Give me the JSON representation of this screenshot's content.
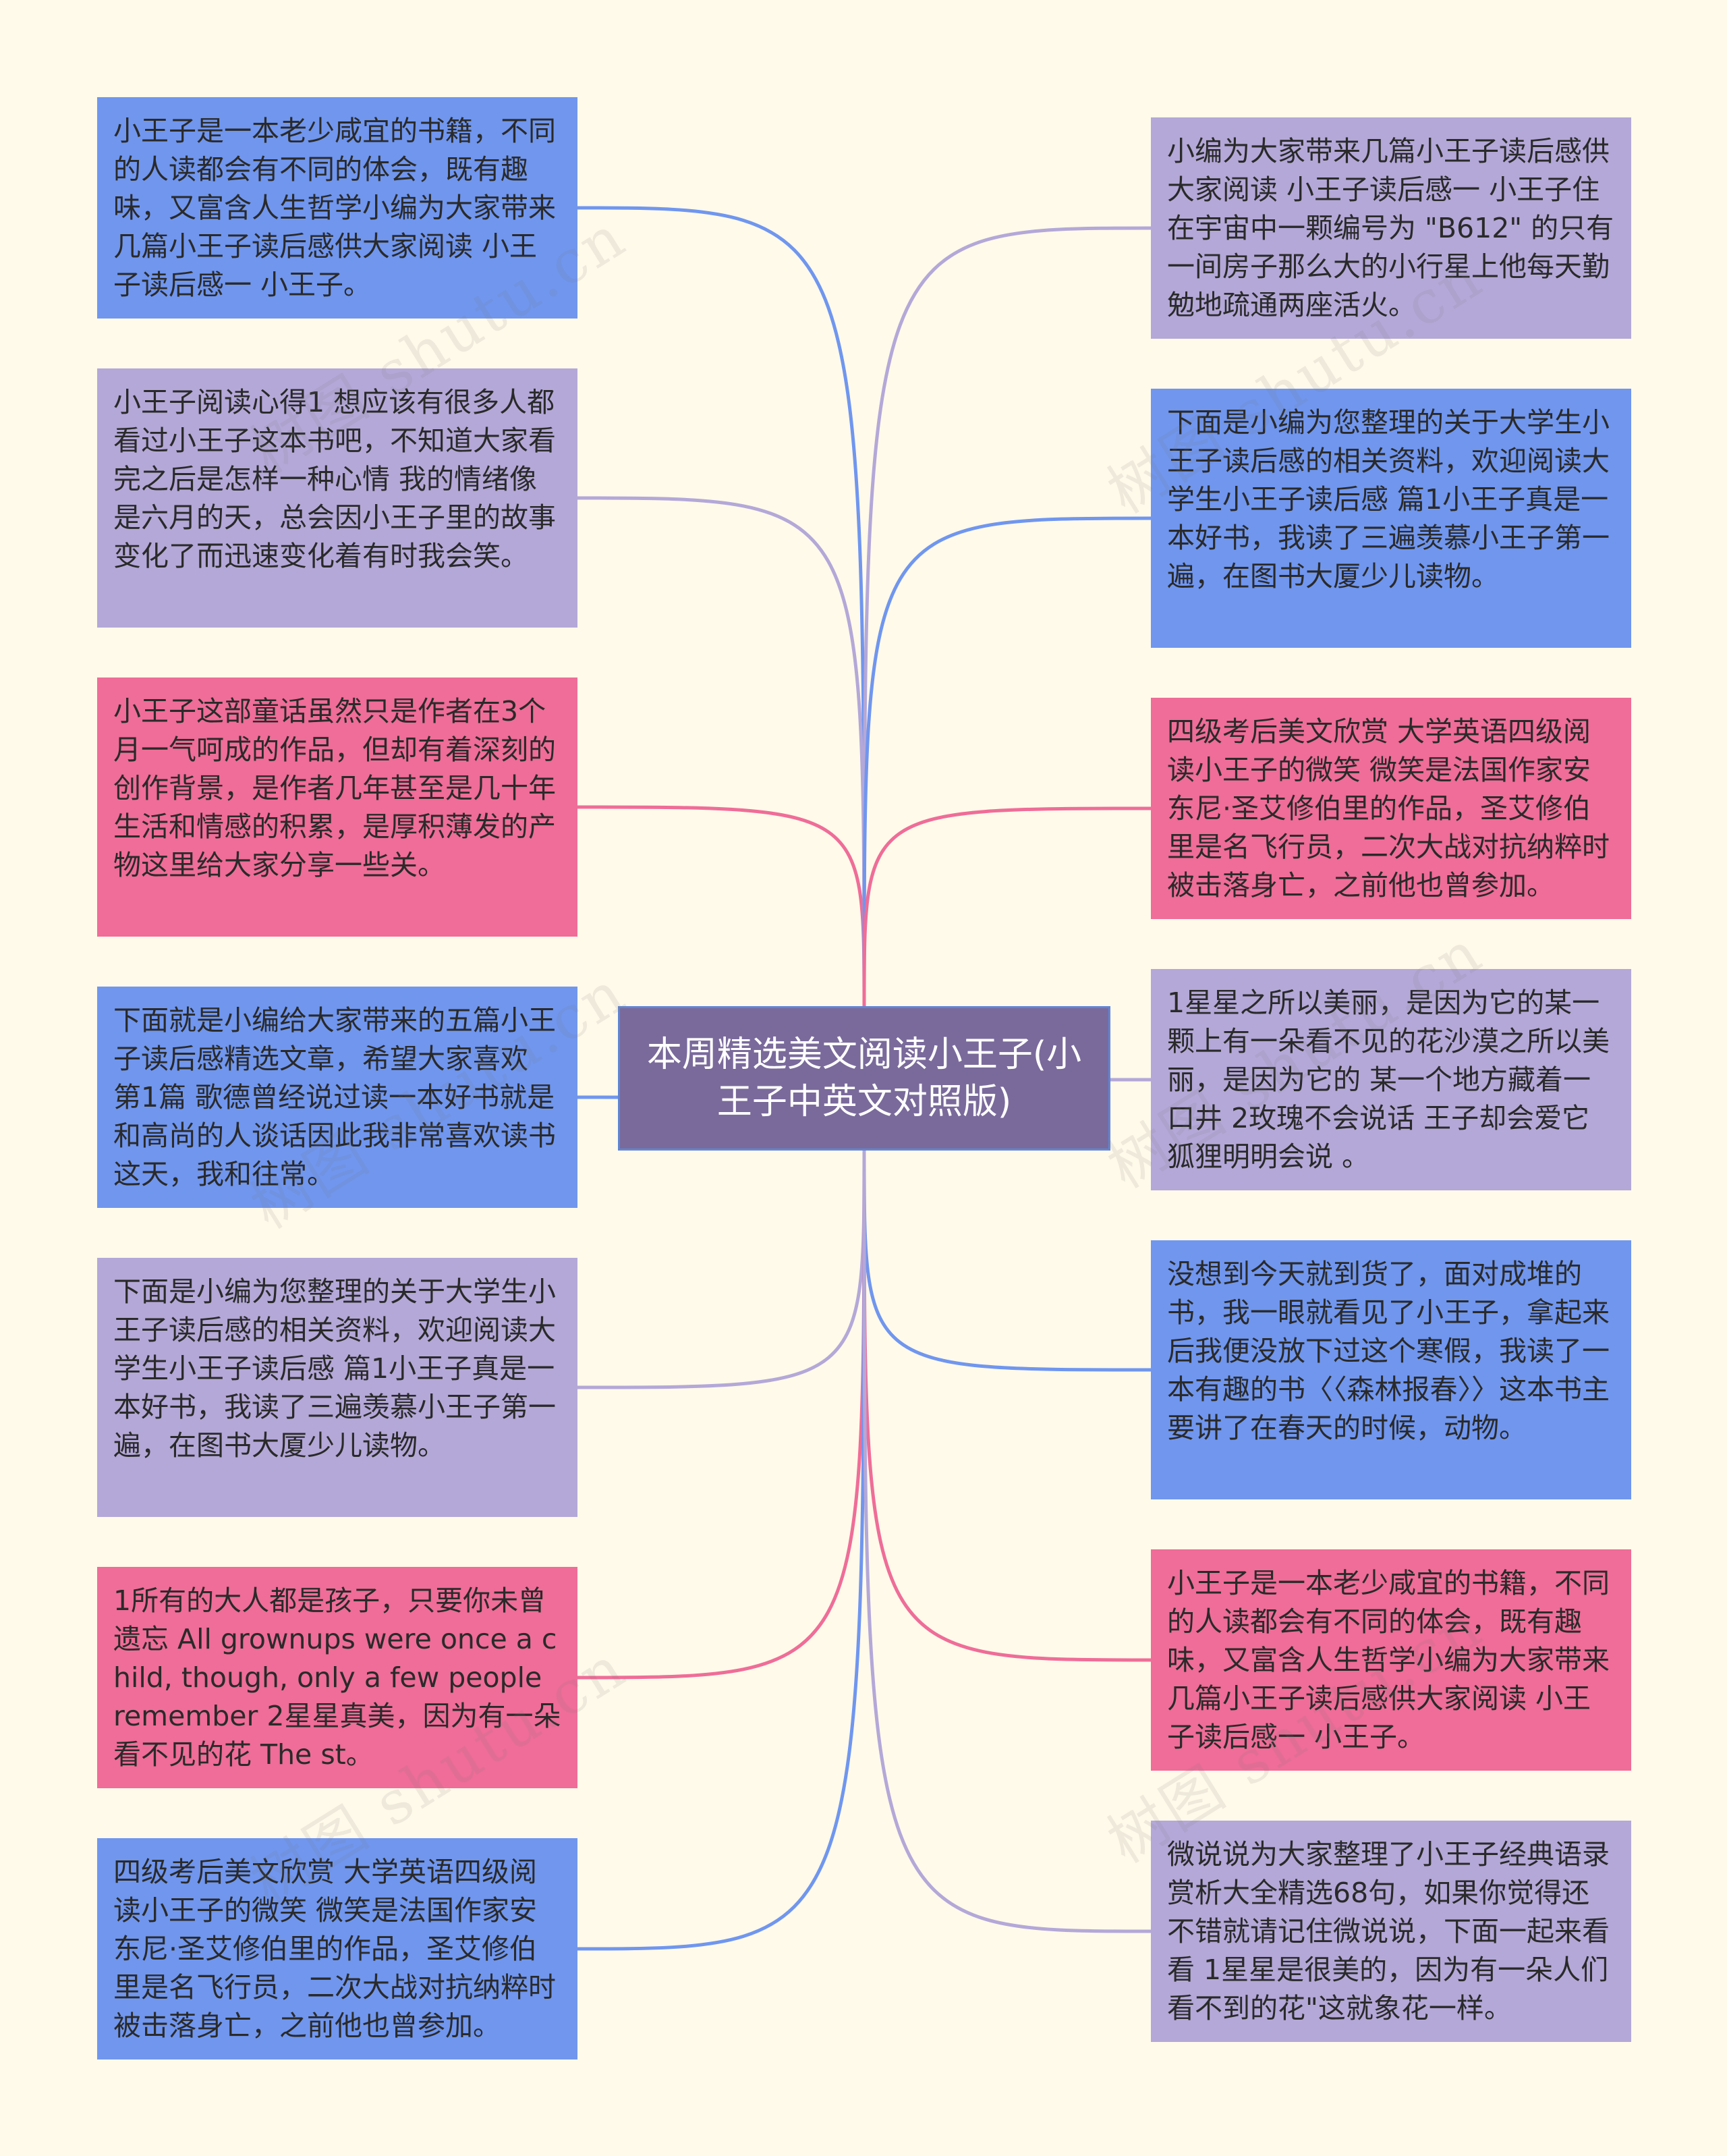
{
  "center": {
    "title": "本周精选美文阅读小王子(小王子中英文对照版)"
  },
  "colors": {
    "blue": "#7096ee",
    "purple": "#b4a8d8",
    "pink": "#ef6d98",
    "center": "#7a6a9b",
    "background": "#fffaea"
  },
  "watermark": "树图 shutu.cn",
  "left_nodes": [
    {
      "text": "小王子是一本老少咸宜的书籍，不同的人读都会有不同的体会，既有趣味，又富含人生哲学小编为大家带来几篇小王子读后感供大家阅读 小王子读后感一 小王子。",
      "color": "blue"
    },
    {
      "text": "小王子阅读心得1 想应该有很多人都看过小王子这本书吧，不知道大家看完之后是怎样一种心情 我的情绪像是六月的天，总会因小王子里的故事变化了而迅速变化着有时我会笑。",
      "color": "purple"
    },
    {
      "text": "小王子这部童话虽然只是作者在3个月一气呵成的作品，但却有着深刻的创作背景，是作者几年甚至是几十年生活和情感的积累，是厚积薄发的产物这里给大家分享一些关。",
      "color": "pink"
    },
    {
      "text": "下面就是小编给大家带来的五篇小王子读后感精选文章，希望大家喜欢 第1篇 歌德曾经说过读一本好书就是和高尚的人谈话因此我非常喜欢读书 这天，我和往常。",
      "color": "blue"
    },
    {
      "text": "下面是小编为您整理的关于大学生小王子读后感的相关资料，欢迎阅读大学生小王子读后感 篇1小王子真是一本好书，我读了三遍羡慕小王子第一遍，在图书大厦少儿读物。",
      "color": "purple"
    },
    {
      "text": "1所有的大人都是孩子，只要你未曾遗忘 All grownups were once a child, though, only a few people remember 2星星真美，因为有一朵看不见的花 The st。",
      "color": "pink"
    },
    {
      "text": "四级考后美文欣赏 大学英语四级阅读小王子的微笑 微笑是法国作家安东尼·圣艾修伯里的作品，圣艾修伯里是名飞行员，二次大战对抗纳粹时被击落身亡，之前他也曾参加。",
      "color": "blue"
    }
  ],
  "right_nodes": [
    {
      "text": "小编为大家带来几篇小王子读后感供大家阅读 小王子读后感一 小王子住在宇宙中一颗编号为 \"B612\" 的只有一间房子那么大的小行星上他每天勤勉地疏通两座活火。",
      "color": "purple"
    },
    {
      "text": "下面是小编为您整理的关于大学生小王子读后感的相关资料，欢迎阅读大学生小王子读后感 篇1小王子真是一本好书，我读了三遍羡慕小王子第一遍，在图书大厦少儿读物。",
      "color": "blue"
    },
    {
      "text": "四级考后美文欣赏 大学英语四级阅读小王子的微笑 微笑是法国作家安东尼·圣艾修伯里的作品，圣艾修伯里是名飞行员，二次大战对抗纳粹时被击落身亡，之前他也曾参加。",
      "color": "pink"
    },
    {
      "text": "1星星之所以美丽，是因为它的某一颗上有一朵看不见的花沙漠之所以美丽，是因为它的 某一个地方藏着一口井 2玫瑰不会说话 王子却会爱它 狐狸明明会说 。",
      "color": "purple"
    },
    {
      "text": "没想到今天就到货了，面对成堆的书，我一眼就看见了小王子，拿起来后我便没放下过这个寒假，我读了一本有趣的书〈〈森林报春〉〉这本书主要讲了在春天的时候，动物。",
      "color": "blue"
    },
    {
      "text": "小王子是一本老少咸宜的书籍，不同的人读都会有不同的体会，既有趣味，又富含人生哲学小编为大家带来几篇小王子读后感供大家阅读 小王子读后感一 小王子。",
      "color": "pink"
    },
    {
      "text": "微说说为大家整理了小王子经典语录赏析大全精选68句，如果你觉得还不错就请记住微说说，下面一起来看看 1星星是很美的，因为有一朵人们看不到的花\"这就象花一样。",
      "color": "purple"
    }
  ]
}
